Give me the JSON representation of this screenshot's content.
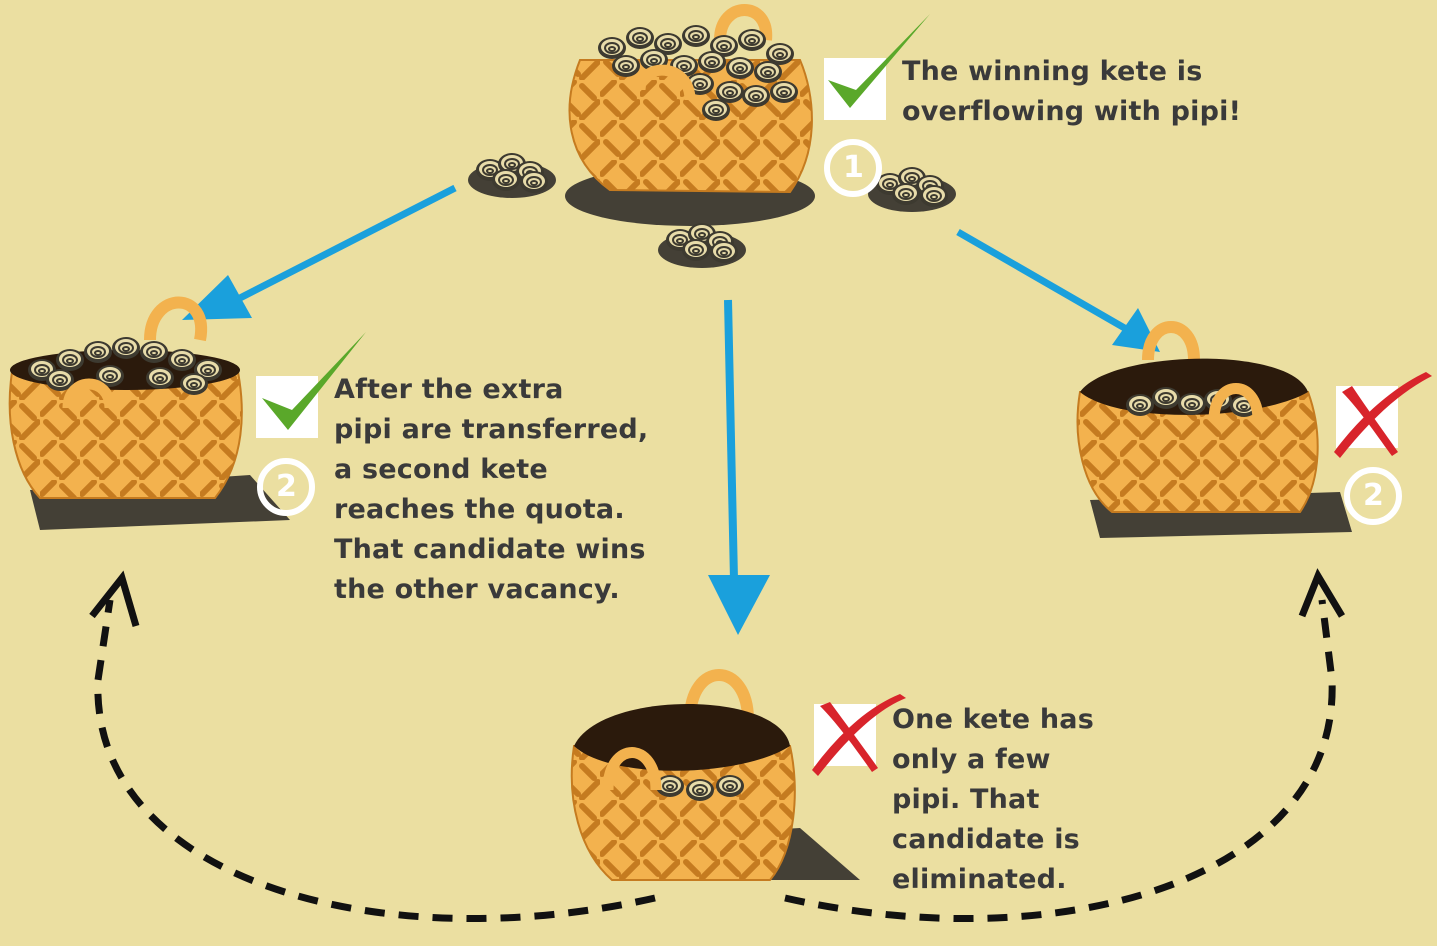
{
  "colors": {
    "background": "#ebdfa1",
    "basket": "#f3b24e",
    "weave": "#c57b20",
    "basket_interior": "#2b1a0c",
    "shadow": "#444036",
    "pipi": "#e8dcaa",
    "arrow_blue": "#1aa0dc",
    "check_green": "#5aa82a",
    "cross_red": "#d8242b",
    "text": "#3a3a3a",
    "dashed_arrow": "#111111"
  },
  "steps": {
    "winner": {
      "badge": "1",
      "lines": [
        "The winning kete is",
        "overflowing with pipi!"
      ],
      "mark": "check-icon"
    },
    "transfer": {
      "badge": "2",
      "lines": [
        "After the extra",
        "pipi are transferred,",
        "a second kete",
        "reaches the quota.",
        "That candidate wins",
        "the other vacancy."
      ],
      "mark": "check-icon"
    },
    "right": {
      "badge": "2",
      "mark": "cross-icon"
    },
    "eliminated": {
      "lines": [
        "One kete has",
        "only a few",
        "pipi. That",
        "candidate is",
        "eliminated."
      ],
      "mark": "cross-icon"
    }
  }
}
